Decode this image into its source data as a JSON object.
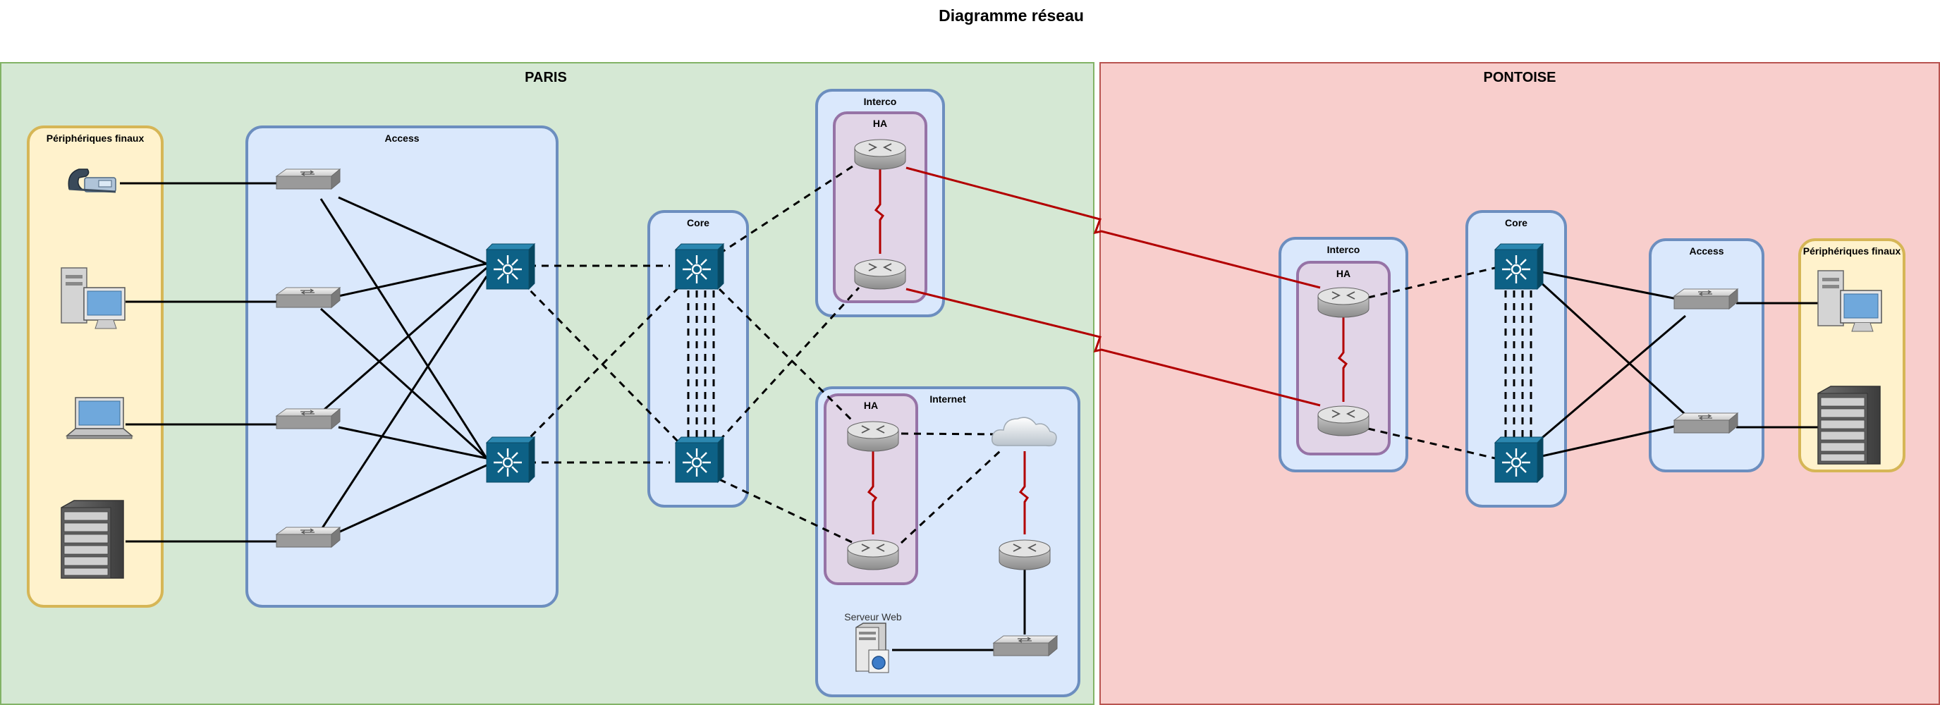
{
  "title": "Diagramme réseau",
  "sites": {
    "paris": {
      "label": "PARIS",
      "groups": {
        "endpoints": "Périphériques finaux",
        "access": "Access",
        "core": "Core",
        "interco": "Interco",
        "interco_ha": "HA",
        "internet": "Internet",
        "internet_ha": "HA",
        "web_server": "Serveur Web"
      }
    },
    "pontoise": {
      "label": "PONTOISE",
      "groups": {
        "interco": "Interco",
        "interco_ha": "HA",
        "core": "Core",
        "access": "Access",
        "endpoints": "Périphériques finaux"
      }
    }
  },
  "colors": {
    "paris_bg": "#d5e8d4",
    "paris_border": "#82b366",
    "pontoise_bg": "#f8cecc",
    "pontoise_border": "#b85450",
    "group_bg": "#dae8fc",
    "group_border": "#6c8ebf",
    "ha_bg": "#e1d5e7",
    "ha_border": "#9673a6",
    "endpoint_bg": "#fff2cc",
    "endpoint_border": "#d6b656",
    "wan_link": "#b20000",
    "lan_link": "#000000",
    "l3_switch": "#0d6186"
  },
  "icons": [
    "phone-icon",
    "workstation-icon",
    "laptop-icon",
    "server-rack-icon",
    "switch-icon",
    "l3-switch-icon",
    "router-icon",
    "cloud-icon",
    "web-server-icon"
  ]
}
